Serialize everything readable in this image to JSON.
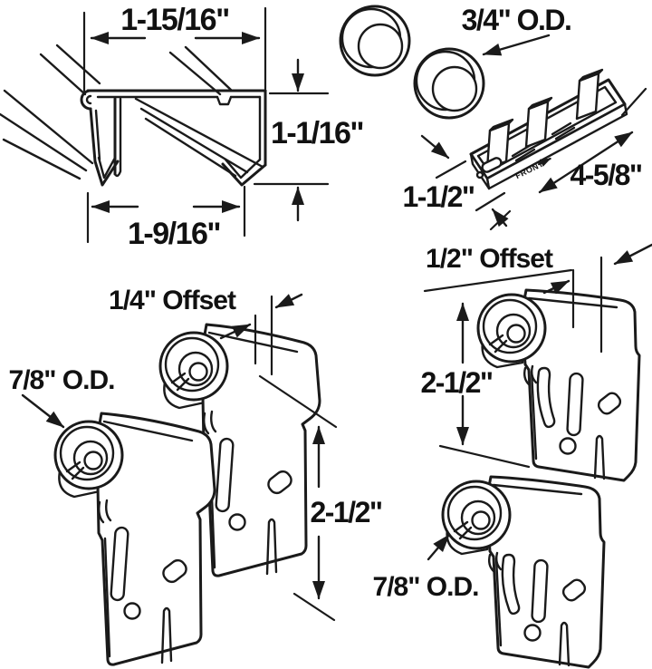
{
  "figure": {
    "type": "technical-line-diagram",
    "background_color": "#ffffff",
    "line_color": "#1a1a1a",
    "track_section": {
      "dim_width_top": "1-15/16\"",
      "dim_height": "1-1/16\"",
      "dim_width_bottom": "1-9/16\""
    },
    "finger_pulls": {
      "dim_outer_diameter": "3/4\" O.D."
    },
    "floor_guide": {
      "dim_length": "4-5/8\"",
      "dim_width": "1-1/2\"",
      "front_marking": "FRONT"
    },
    "left_rollers": {
      "dim_offset": "1/4\" Offset",
      "dim_wheel_od": "7/8\" O.D.",
      "dim_height": "2-1/2\""
    },
    "right_rollers": {
      "dim_offset": "1/2\" Offset",
      "dim_height": "2-1/2\"",
      "dim_wheel_od": "7/8\" O.D."
    }
  }
}
